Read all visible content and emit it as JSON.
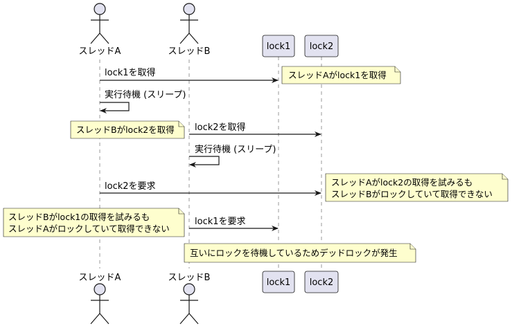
{
  "participants": {
    "threadA": "スレッドA",
    "threadB": "スレッドB",
    "lock1": "lock1",
    "lock2": "lock2"
  },
  "messages": {
    "m1": "lock1を取得",
    "m2": "実行待機 (スリープ)",
    "m3": "lock2を取得",
    "m4": "実行待機 (スリープ)",
    "m5": "lock2を要求",
    "m6": "lock1を要求"
  },
  "notes": {
    "n1": "スレッドAがlock1を取得",
    "n2": "スレッドBがlock2を取得",
    "n3": [
      "スレッドAがlock2の取得を試みるも",
      "スレッドBがロックしていて取得できない"
    ],
    "n4": [
      "スレッドBがlock1の取得を試みるも",
      "スレッドAがロックしていて取得できない"
    ],
    "n5": "互いにロックを待機しているためデッドロックが発生"
  },
  "colors": {
    "participant_fill": "#e2e2f0",
    "note_fill": "#fefece",
    "line": "#181818",
    "lifeline": "#999999"
  }
}
